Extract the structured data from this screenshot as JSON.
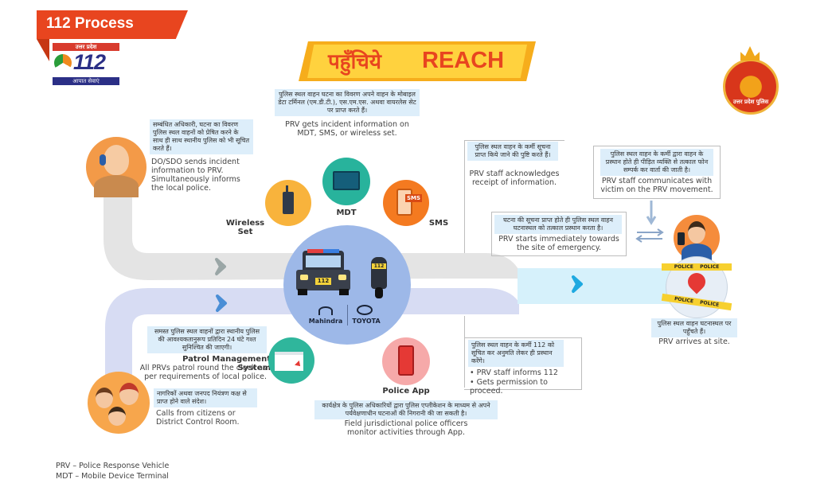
{
  "header": {
    "title": "112 Process",
    "logo_state": "उत्तर प्रदेश",
    "logo_number": "112",
    "logo_service": "आपात सेवाएं",
    "seal_text": "उत्तर प्रदेश पुलिस"
  },
  "banner": {
    "hindi": "पहुँचिये",
    "english": "REACH"
  },
  "devices": {
    "wireless": "Wireless Set",
    "mdt": "MDT",
    "sms": "SMS",
    "sms_badge": "SMS",
    "police_app": "Police App"
  },
  "vehicles": {
    "brand1": "Mahindra",
    "brand2": "TOYOTA",
    "car_plate": "112",
    "bike_plate": "112"
  },
  "police_tape": {
    "top": "POLICE    POLICE",
    "bottom": "POLICE    POLICE"
  },
  "notes": {
    "do_sdo": {
      "hindi": "सम्बंधित अधिकारी, घटना का विवरण पुलिस स्थल वाहनों को प्रेषित करने के साथ ही साथ स्थानीय पुलिस को भी सूचित करते हैं।",
      "english": "DO/SDO sends incident information to PRV. Simultaneously informs the local police."
    },
    "prv_gets": {
      "hindi": "पुलिस स्थल वाहन घटना का विवरण अपने वाहन के मोबाइल डेटा टर्मिनल (एम.डी.टी.), एस.एम.एस. अथवा वायरलेस सेट पर प्राप्त करते हैं।",
      "english": "PRV gets incident information on MDT, SMS, or wireless set."
    },
    "prv_ack": {
      "hindi": "पुलिस स्थल वाहन के कर्मी सूचना प्राप्त किये जाने की पुष्टि करते हैं।",
      "english": "PRV staff acknowledges receipt of information."
    },
    "prv_communicates": {
      "hindi": "पुलिस स्थल वाहन के कर्मी द्वारा वाहन के प्रस्थान होते ही पीड़ित व्यक्ति से तत्काल फोन सम्पर्क कर वार्ता की जाती है।",
      "english": "PRV staff communicates with victim on the PRV movement."
    },
    "prv_starts": {
      "hindi": "घटना की सूचना प्राप्त होते ही पुलिस स्थल वाहन घटनास्थल को तत्काल प्रस्थान करता है।",
      "english": "PRV starts immediately towards the site of emergency."
    },
    "arrives": {
      "hindi": "पुलिस स्थल वाहन घटनास्थल पर पहुँचते हैं।",
      "english": "PRV arrives at site."
    },
    "patrol": {
      "hindi": "समस्त पुलिस स्थल वाहनों द्वारा स्थानीय पुलिस की आवश्यकतानुरूप प्रतिदिन 24 घंटे गश्त सुनिश्चित की जाएगी।",
      "title": "Patrol Management System",
      "english": "All PRVs patrol round the clock as per requirements of local police."
    },
    "informs": {
      "hindi": "पुलिस स्थल वाहन के कर्मी 112 को सूचित कर अनुमति लेकर ही प्रस्थान करेंगे।",
      "bullet1": "• PRV staff informs 112",
      "bullet2": "• Gets permission to proceed."
    },
    "field": {
      "hindi": "कार्यक्षेत्र के पुलिस अधिकारियों द्वारा पुलिस एप्लीकेशन के माध्यम से अपने पर्यवेक्षणाधीन घटनाओं की निगरानी की जा सकती है।",
      "english": "Field jurisdictional police officers monitor activities through App."
    },
    "calls": {
      "hindi": "नागरिकों अथवा जनपद नियंत्रण कक्ष से प्राप्त होने वाले संदेश।",
      "english": "Calls from citizens or District Control Room."
    }
  },
  "footer": {
    "line1": "PRV – Police Response Vehicle",
    "line2": "MDT – Mobile Device Terminal"
  }
}
